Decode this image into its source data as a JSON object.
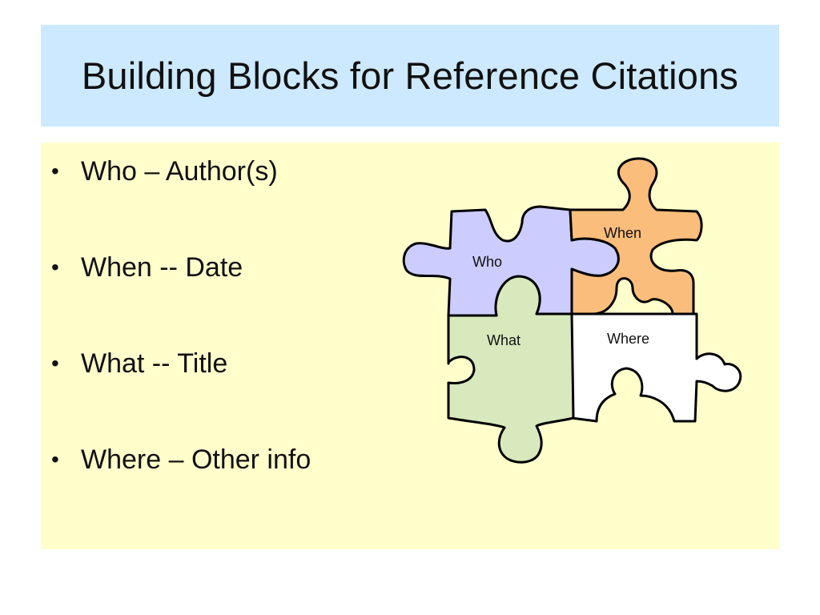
{
  "slide": {
    "title": "Building Blocks for Reference Citations",
    "bullets": [
      {
        "text": "Who – Author(s)"
      },
      {
        "text": "When -- Date"
      },
      {
        "text": "What -- Title"
      },
      {
        "text": "Where – Other info"
      }
    ],
    "bullet_glyph": "•"
  },
  "puzzle": {
    "pieces": [
      {
        "label": "Who",
        "color": "#ccccff"
      },
      {
        "label": "When",
        "color": "#fbbd7c"
      },
      {
        "label": "What",
        "color": "#d8e9bd"
      },
      {
        "label": "Where",
        "color": "#ffffff"
      }
    ]
  },
  "colors": {
    "title_background": "#cce9ff",
    "content_background": "#ffffcc"
  }
}
